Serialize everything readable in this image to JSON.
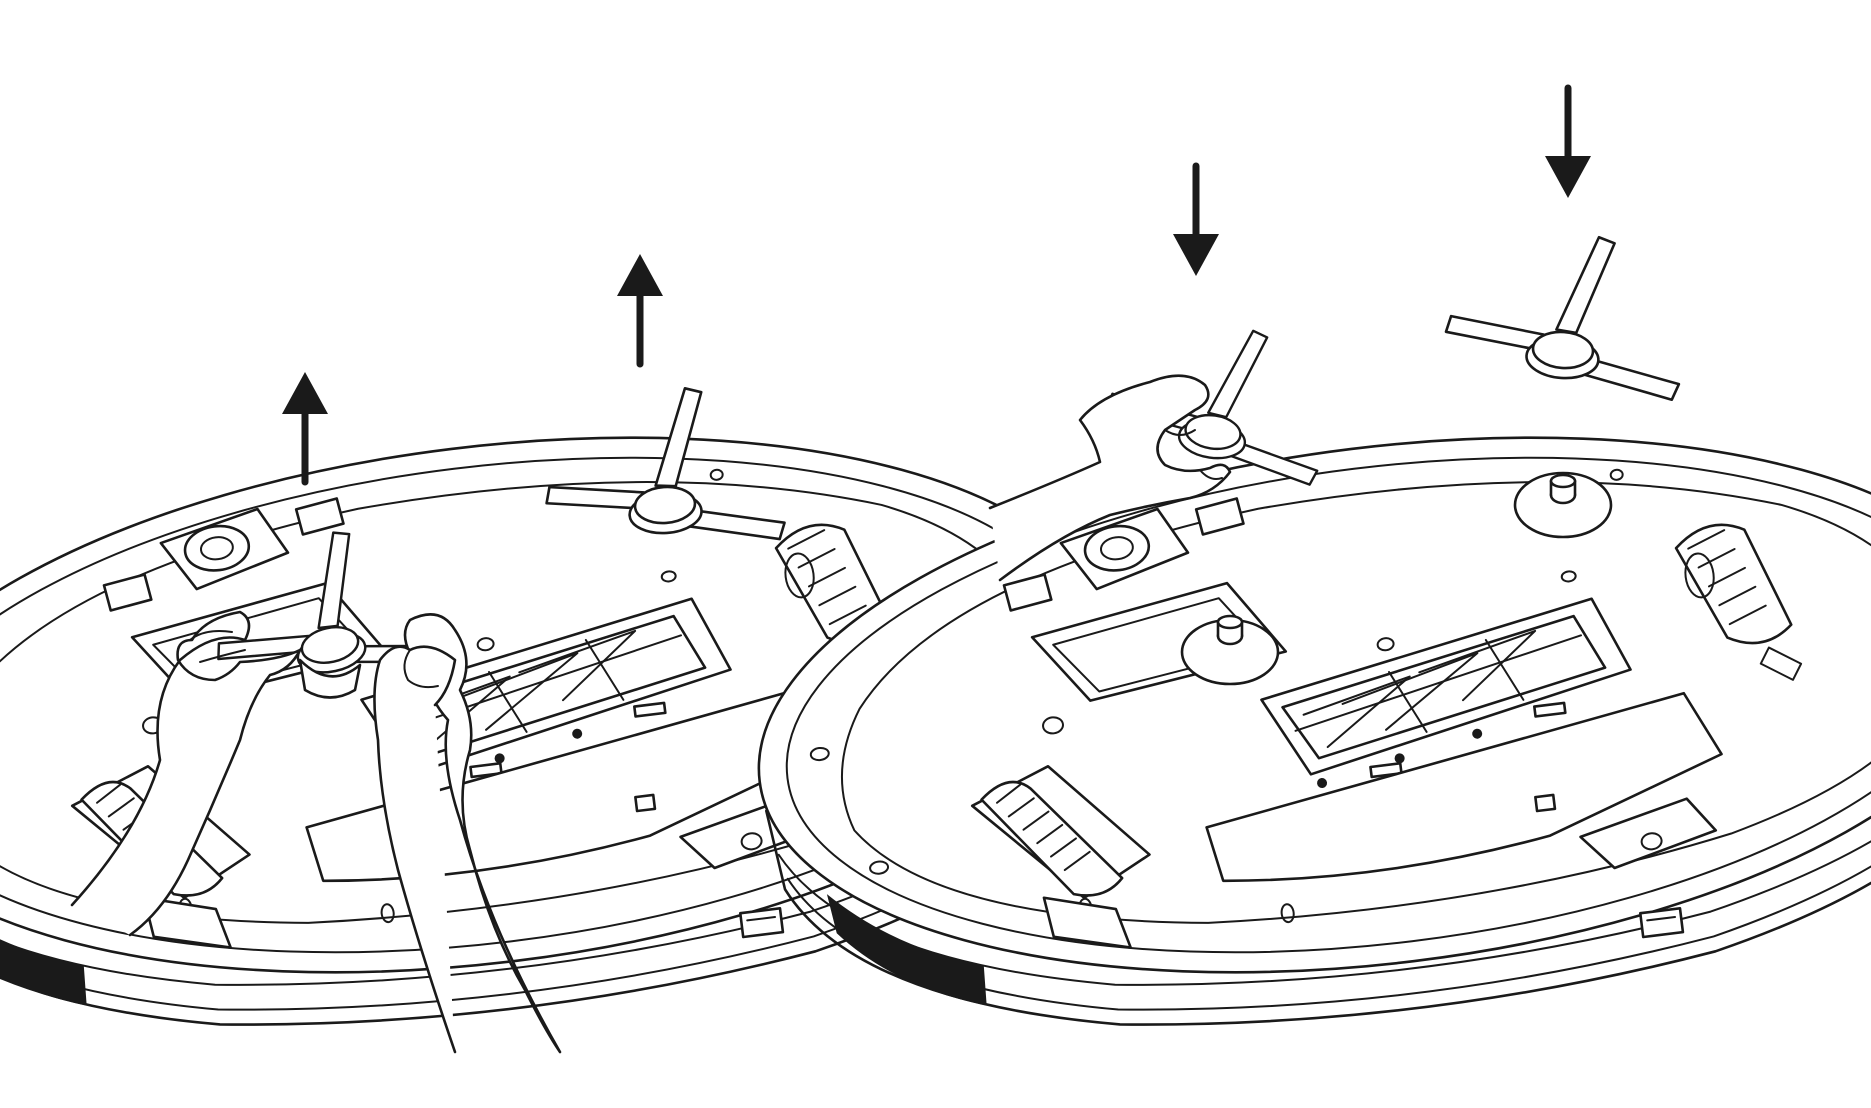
{
  "figure": {
    "panels": [
      {
        "step": "remove-side-brushes",
        "arrow_direction": "up",
        "arrow_count": 2
      },
      {
        "step": "install-side-brushes",
        "arrow_direction": "down",
        "arrow_count": 2
      }
    ],
    "colors": {
      "line": "#1a1a1a",
      "background": "#ffffff"
    },
    "icons": [
      "up-arrow-icon",
      "down-arrow-icon"
    ]
  }
}
